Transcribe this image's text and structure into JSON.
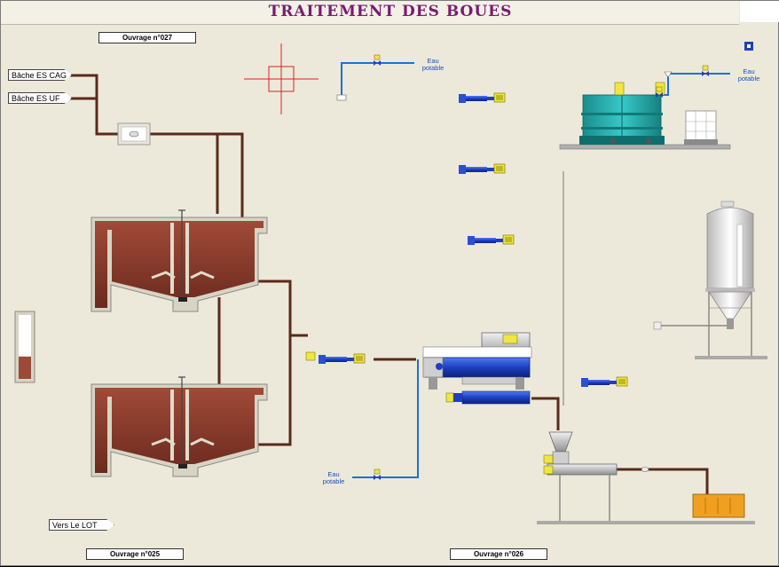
{
  "header": {
    "title": "TRAITEMENT DES BOUES"
  },
  "labels": {
    "ouvrage_027": "Ouvrage n°027",
    "ouvrage_025": "Ouvrage n°025",
    "ouvrage_026": "Ouvrage n°026",
    "bache_cag": "Bâche ES CAG",
    "bache_uf": "Bâche ES UF",
    "vers_lot": "Vers Le LOT",
    "eau_potable_1": "Eau potable",
    "eau_potable_2": "Eau potable",
    "eau_potable_3": "Eau potable"
  },
  "colors": {
    "sludge_pipe": "#5a2a1a",
    "sludge_fill": "#9b4a38",
    "water_pipe": "#1f6fd6",
    "tank_wall": "#d8d4c4",
    "pump_blue": "#1e3fc0",
    "motor_yellow": "#f0e640",
    "cyan_tank": "#20a0a0",
    "skip_orange": "#f0a020",
    "crosshair": "#e02020"
  },
  "icons": {
    "pumps": [
      "pump-icon-1",
      "pump-icon-2",
      "pump-icon-3",
      "pump-icon-4",
      "pump-icon-5",
      "pump-icon-6"
    ],
    "valves": [
      "valve-icon-1",
      "valve-icon-2",
      "valve-icon-3",
      "valve-icon-4"
    ],
    "crosshair": "crosshair-icon",
    "silo": "silo-icon",
    "centrifuge": "centrifuge-icon",
    "skip": "skip-container-icon"
  },
  "levels": {
    "level_gauge": 0.35
  }
}
